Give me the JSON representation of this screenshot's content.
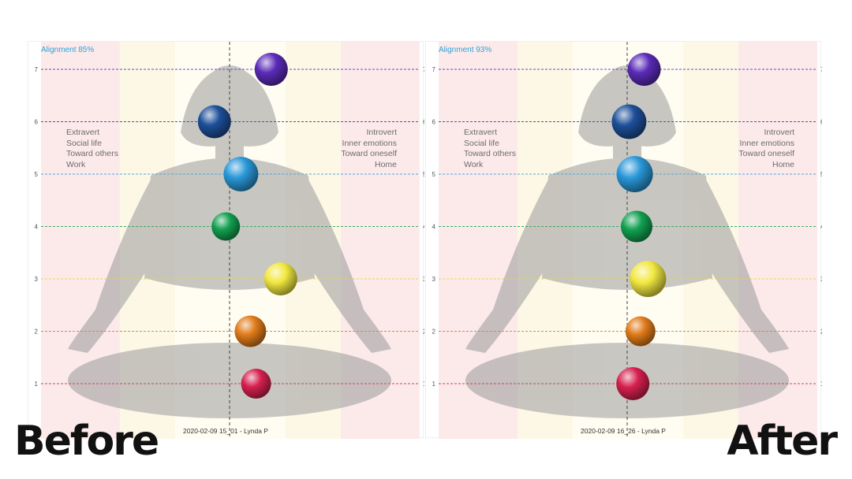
{
  "before_label": "Before",
  "after_label": "After",
  "chart_data": [
    {
      "type": "scatter",
      "title": "Alignment 85%",
      "footer": "2020-02-09 15_01 - Lynda P",
      "y_ticks": [
        1,
        2,
        3,
        4,
        5,
        6,
        7
      ],
      "ylim": [
        0,
        7.5
      ],
      "xlim": [
        -1,
        1
      ],
      "left_labels": [
        "Extravert",
        "Social life",
        "Toward others",
        "Work"
      ],
      "right_labels": [
        "Introvert",
        "Inner emotions",
        "Toward oneself",
        "Home"
      ],
      "points": [
        {
          "level": 7,
          "x": 0.22,
          "size": 21,
          "color": "#5a2bb8"
        },
        {
          "level": 6,
          "x": -0.08,
          "size": 21,
          "color": "#1d4f99"
        },
        {
          "level": 5,
          "x": 0.06,
          "size": 22,
          "color": "#2a98d8"
        },
        {
          "level": 4,
          "x": -0.02,
          "size": 18,
          "color": "#12a050"
        },
        {
          "level": 3,
          "x": 0.27,
          "size": 21,
          "color": "#f2e840"
        },
        {
          "level": 2,
          "x": 0.11,
          "size": 20,
          "color": "#e07b1a"
        },
        {
          "level": 1,
          "x": 0.14,
          "size": 19,
          "color": "#d6204f"
        }
      ]
    },
    {
      "type": "scatter",
      "title": "Alignment 93%",
      "footer": "2020-02-09 16_26 - Lynda P",
      "y_ticks": [
        1,
        2,
        3,
        4,
        5,
        6,
        7
      ],
      "ylim": [
        0,
        7.5
      ],
      "xlim": [
        -1,
        1
      ],
      "left_labels": [
        "Extravert",
        "Social life",
        "Toward others",
        "Work"
      ],
      "right_labels": [
        "Introvert",
        "Inner emotions",
        "Toward oneself",
        "Home"
      ],
      "points": [
        {
          "level": 7,
          "x": 0.09,
          "size": 21,
          "color": "#5a2bb8"
        },
        {
          "level": 6,
          "x": 0.01,
          "size": 22,
          "color": "#1d4f99"
        },
        {
          "level": 5,
          "x": 0.04,
          "size": 23,
          "color": "#2a98d8"
        },
        {
          "level": 4,
          "x": 0.05,
          "size": 20,
          "color": "#12a050"
        },
        {
          "level": 3,
          "x": 0.11,
          "size": 23,
          "color": "#f2e840"
        },
        {
          "level": 2,
          "x": 0.07,
          "size": 19,
          "color": "#e07b1a"
        },
        {
          "level": 1,
          "x": 0.03,
          "size": 21,
          "color": "#d6204f"
        }
      ]
    }
  ]
}
